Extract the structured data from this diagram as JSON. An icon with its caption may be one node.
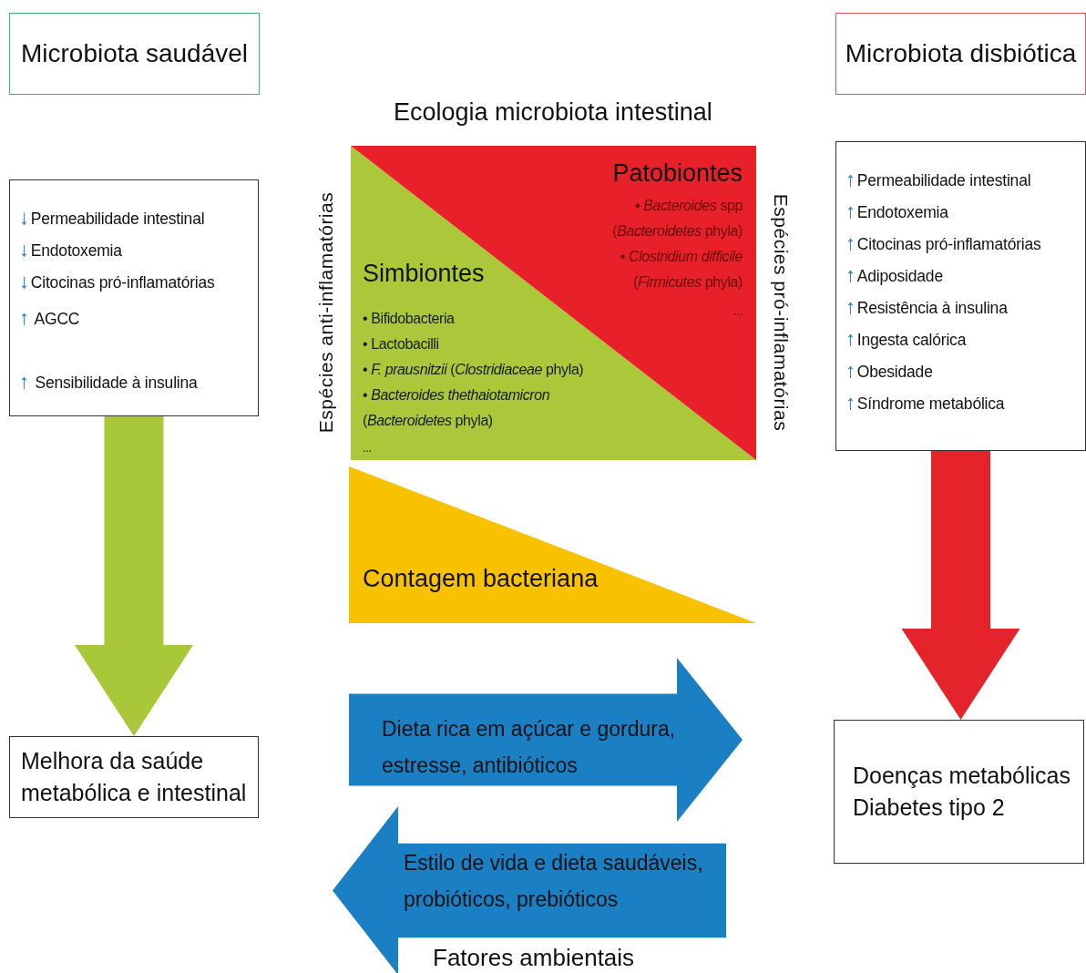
{
  "diagram": {
    "nodes": [
      {
        "text": [
          "Microbiota saudável"
        ]
      },
      {
        "text": [
          "↓Permeabilidade intestinal",
          "↓Endotoxemia",
          "↓Citocinas pró-inflamatórias",
          "↑ AGCC",
          "↑ Sensibilidade à insulina"
        ]
      },
      {
        "text": [
          "Melhora da saúde metabólica e intestinal"
        ]
      },
      {
        "text": [
          "Microbiota disbiótica"
        ]
      },
      {
        "text": [
          "↑Permeabilidade intestinal",
          "↑Endotoxemia",
          "↑Citocinas pró-inflamatórias",
          "↑Adiposidade",
          "↑Resistência à insulina",
          "↑Ingesta calórica",
          "↑Obesidade",
          "↑Síndrome metabólica"
        ]
      },
      {
        "text": [
          "Doenças metabólicas",
          "Diabetes tipo 2"
        ]
      },
      {
        "text": [
          "Ecologia microbiota intestinal"
        ]
      },
      {
        "text": [
          "Simbiontes",
          "• Bifidobacteria",
          "• Lactobacilli",
          "• *F. prausnitzii* (*Clostridiaceae* phyla)",
          "• *Bacteroides thethaiotamicron* (*Bacteroidetes* phyla)",
          "..."
        ],
        "in": 6,
        "beside": [
          "Espécies anti-inflamatórias"
        ]
      },
      {
        "text": [
          "Patobiontes",
          "• *Bacteroides* spp (*Bacteroidetes* phyla)",
          "• *Clostridium difficile* (*Firmicutes* phyla)",
          "..."
        ],
        "in": 6,
        "beside": [
          "Espécies pró-inflamatórias"
        ]
      },
      {
        "text": [
          "Contagem bacteriana"
        ]
      },
      {
        "text": [
          "Dieta rica em açúcar e gordura, estresse, antibióticos"
        ]
      },
      {
        "text": [
          "Estilo de vida e dieta saudáveis, probióticos, prebióticos"
        ]
      }
    ],
    "edges": [
      {
        "from": 1,
        "to": 2,
        "arrow": "to",
        "color": "#a8c83a"
      },
      {
        "from": 4,
        "to": 5,
        "arrow": "to",
        "color": "#e5232b"
      }
    ],
    "labels": [
      "Fatores ambientais"
    ]
  }
}
